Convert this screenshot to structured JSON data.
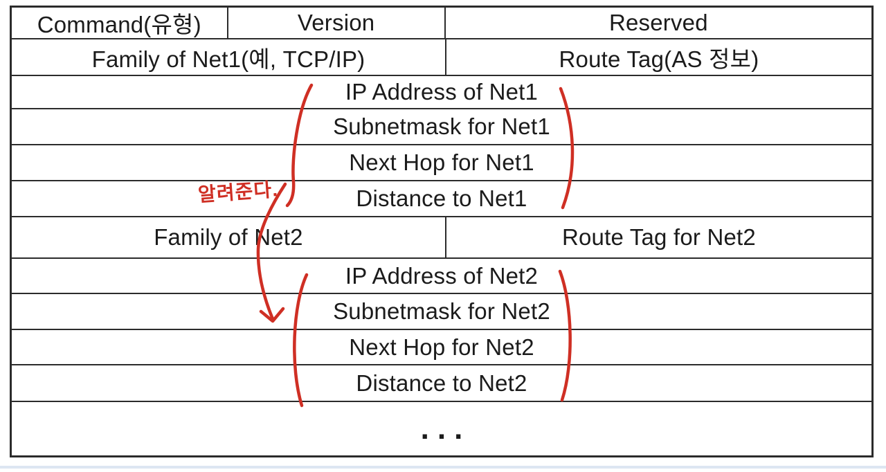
{
  "diagram": {
    "description": "RIP routing protocol message format table with handwritten study annotations",
    "table": {
      "rows": [
        {
          "cells": [
            {
              "label": "Command(유형)"
            },
            {
              "label": "Version"
            },
            {
              "label": "Reserved"
            }
          ]
        },
        {
          "cells": [
            {
              "label": "Family of Net1(예, TCP/IP)"
            },
            {
              "label": "Route Tag(AS 정보)"
            }
          ]
        },
        {
          "cells": [
            {
              "label": "IP Address of Net1"
            }
          ]
        },
        {
          "cells": [
            {
              "label": "Subnetmask for Net1"
            }
          ]
        },
        {
          "cells": [
            {
              "label": "Next Hop for Net1"
            }
          ]
        },
        {
          "cells": [
            {
              "label": "Distance to Net1"
            }
          ]
        },
        {
          "cells": [
            {
              "label": "Family of Net2"
            },
            {
              "label": "Route Tag for Net2"
            }
          ]
        },
        {
          "cells": [
            {
              "label": "IP Address of Net2"
            }
          ]
        },
        {
          "cells": [
            {
              "label": "Subnetmask for Net2"
            }
          ]
        },
        {
          "cells": [
            {
              "label": "Next Hop for Net2"
            }
          ]
        },
        {
          "cells": [
            {
              "label": "Distance to Net2"
            }
          ]
        },
        {
          "cells": [
            {
              "label": "..."
            }
          ]
        }
      ]
    },
    "annotation": {
      "note": "알려준다.",
      "annotation_color": "#cf2f24",
      "marks": [
        "open-paren-net1-block",
        "close-paren-net1-block",
        "curved-arrow-net1-to-net2",
        "open-paren-net2-block",
        "close-paren-net2-block"
      ]
    },
    "colors": {
      "border": "#2b2b2b",
      "text": "#1b1b1b",
      "background": "#ffffff",
      "red_annotation": "#cf2f24",
      "bottom_strip": "#dde6f2"
    }
  }
}
